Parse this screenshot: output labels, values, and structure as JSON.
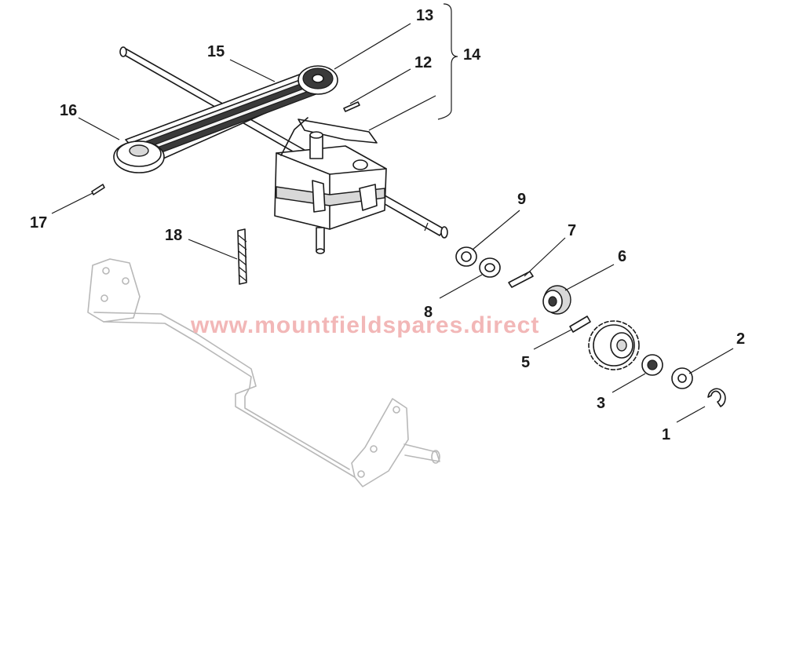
{
  "diagram": {
    "callouts": {
      "c1": "1",
      "c2": "2",
      "c3": "3",
      "c5": "5",
      "c6": "6",
      "c7": "7",
      "c8": "8",
      "c9": "9",
      "c12": "12",
      "c13": "13",
      "c14": "14",
      "c15": "15",
      "c16": "16",
      "c17": "17",
      "c18": "18"
    },
    "watermark": "www.mountfieldspares.direct"
  },
  "colors": {
    "line": "#1a1a1a",
    "faint_part": "#b8b8b8",
    "watermark": "#f2b7b7",
    "background": "#ffffff"
  }
}
